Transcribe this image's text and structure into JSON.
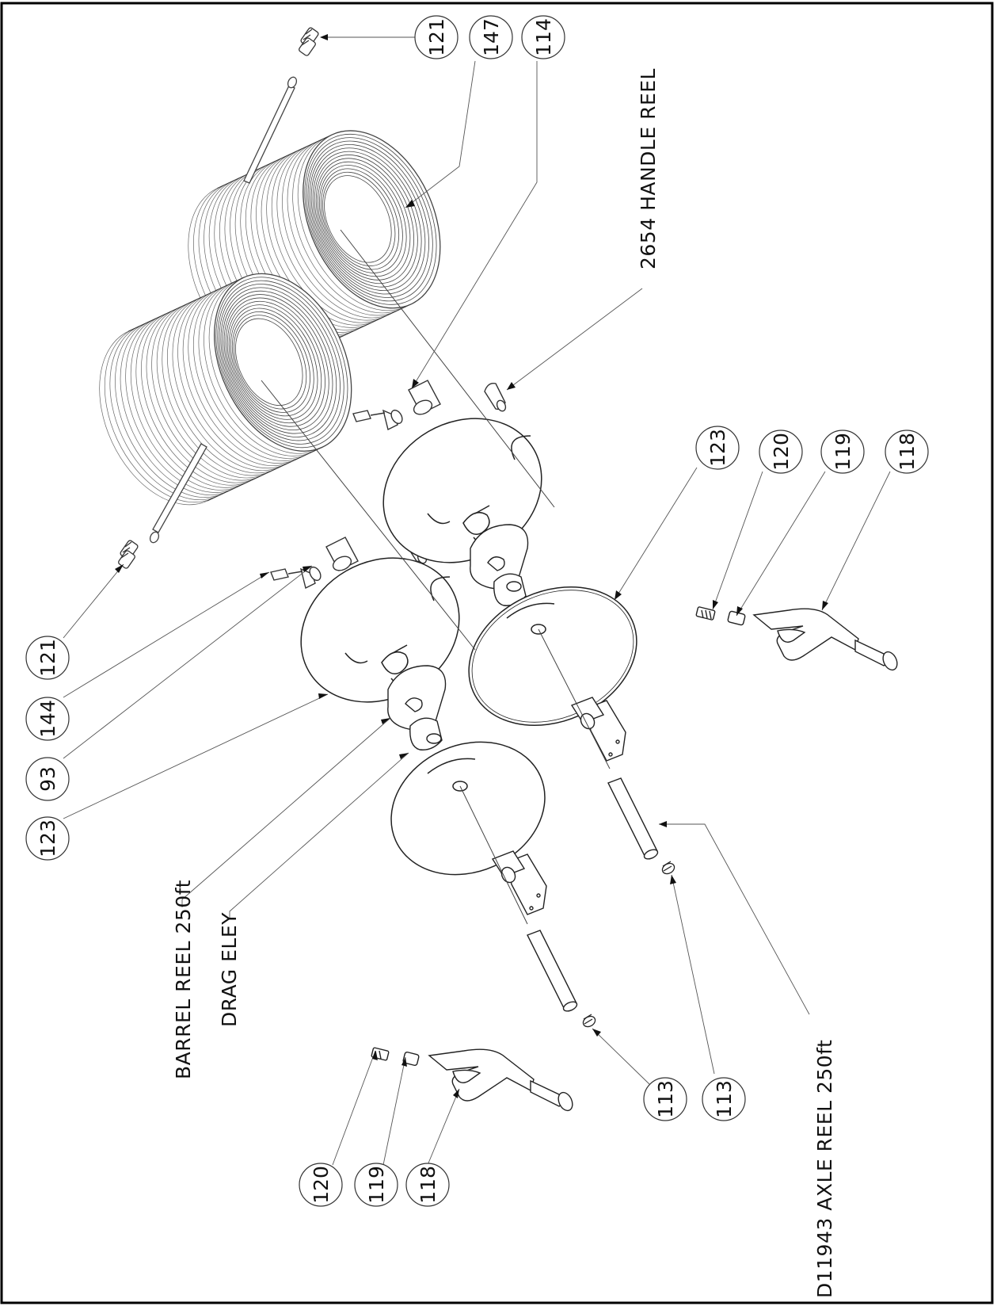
{
  "callouts": {
    "c121_top": "121",
    "c147": "147",
    "c114": "114",
    "c121_left": "121",
    "c144": "144",
    "c93": "93",
    "c123_left": "123",
    "c123_right": "123",
    "c120_right": "120",
    "c119_right": "119",
    "c118_right": "118",
    "c113_a": "113",
    "c113_b": "113",
    "c120_bottom": "120",
    "c119_bottom": "119",
    "c118_bottom": "118"
  },
  "labels": {
    "handle_reel": "2654 HANDLE REEL",
    "barrel_reel": "BARREL REEL 250ft",
    "drag_eley": "DRAG ELEY",
    "axle_reel": "D11943 AXLE REEL 250ft"
  }
}
